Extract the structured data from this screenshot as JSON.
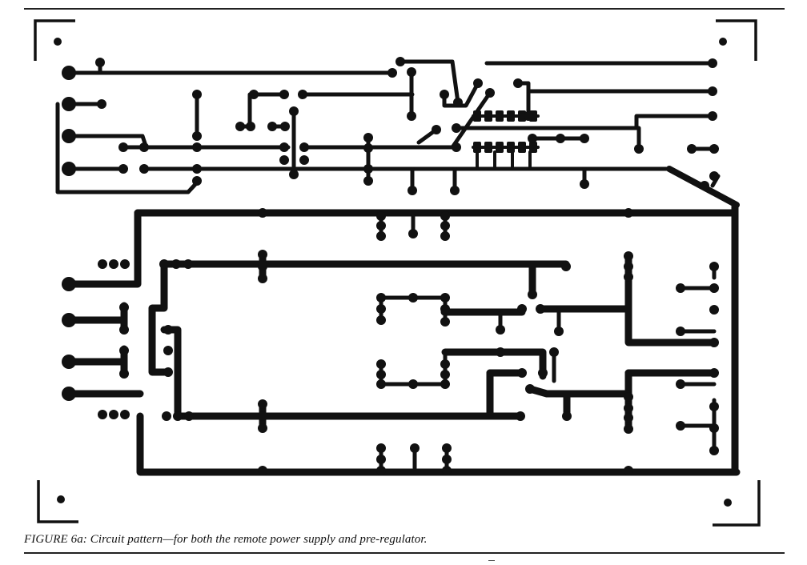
{
  "figure": {
    "caption": "FIGURE 6a: Circuit pattern—for both the remote power supply and pre-regulator."
  },
  "colors": {
    "ink": "#111111",
    "paper": "#ffffff"
  },
  "features": {
    "registration_marks": [
      "top-left",
      "top-right",
      "bottom-left",
      "bottom-right"
    ],
    "trace_style": "solid black copper traces with round pads"
  }
}
